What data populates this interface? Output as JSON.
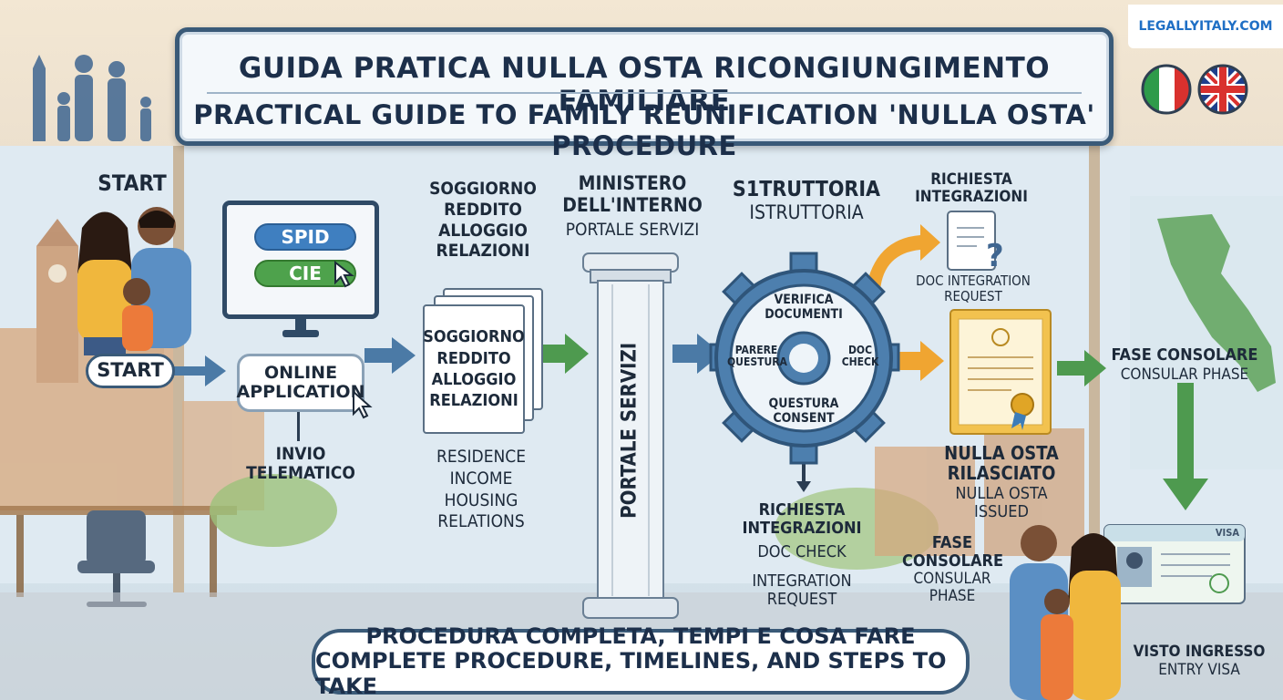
{
  "brand": {
    "site": "LEGALLYITALY.COM"
  },
  "title": {
    "it": "GUIDA PRATICA NULLA OSTA RICONGIUNGIMENTO FAMILIARE",
    "en": "PRACTICAL GUIDE TO FAMILY REUNIFICATION 'NULLA OSTA' PROCEDURE"
  },
  "flags": [
    {
      "name": "italy-flag-icon",
      "colors": [
        "#2e9b4a",
        "#ffffff",
        "#d9312e"
      ]
    },
    {
      "name": "uk-flag-icon",
      "colors": [
        "#1f3f8c",
        "#ffffff",
        "#d9312e"
      ]
    }
  ],
  "steps": {
    "start": {
      "top_label": "START",
      "pill_label": "START"
    },
    "online": {
      "spid": "SPID",
      "cie": "CIE",
      "pill_line1": "ONLINE",
      "pill_line2": "APPLICATION",
      "caption_line1": "INVIO",
      "caption_line2": "TELEMATICO"
    },
    "documents": {
      "top_lines": [
        "SOGGIORNO",
        "REDDITO",
        "ALLOGGIO",
        "RELAZIONI"
      ],
      "doc_lines": [
        "SOGGIORNO",
        "REDDITO",
        "ALLOGGIO",
        "RELAZIONI"
      ],
      "en_lines": [
        "RESIDENCE",
        "INCOME",
        "HOUSING",
        "RELATIONS"
      ]
    },
    "ministry": {
      "title_line1": "MINISTERO",
      "title_line2": "DELL'INTERNO",
      "subtitle": "PORTALE SERVIZI",
      "column_label": "PORTALE SERVIZI"
    },
    "istruttoria": {
      "title": "S1TRUTTORIA",
      "subtitle": "ISTRUTTORIA",
      "gear_items": [
        {
          "line1": "VERIFICA",
          "line2": "DOCUMENTI"
        },
        {
          "line1": "PARERE",
          "line2": "QUESTURA"
        },
        {
          "line1": "DOC",
          "line2": "CHECK"
        },
        {
          "line1": "QUESTURA",
          "line2": "CONSENT"
        }
      ]
    },
    "integration_top": {
      "title_line1": "RICHIESTA",
      "title_line2": "INTEGRAZIONI",
      "en_line1": "DOC INTEGRATION",
      "en_line2": "REQUEST"
    },
    "integration_bottom": {
      "title_line1": "RICHIESTA",
      "title_line2": "INTEGRAZIONI",
      "sub": "DOC CHECK",
      "en_line1": "INTEGRATION",
      "en_line2": "REQUEST"
    },
    "nulla_osta": {
      "title_line1": "NULLA OSTA",
      "title_line2": "RILASCIATO",
      "en_line1": "NULLA OSTA",
      "en_line2": "ISSUED"
    },
    "consular_right": {
      "title": "FASE CONSOLARE",
      "en": "CONSULAR PHASE"
    },
    "consular_bottom": {
      "title_line1": "FASE",
      "title_line2": "CONSOLARE",
      "en_line1": "CONSULAR",
      "en_line2": "PHASE"
    },
    "visa": {
      "card_label": "VISA",
      "title": "VISTO INGRESSO",
      "en": "ENTRY VISA"
    }
  },
  "footer": {
    "line1": "PROCEDURA COMPLETA, TEMPI E COSA FARE",
    "line2": "COMPLETE PROCEDURE, TIMELINES, AND STEPS TO TAKE"
  },
  "colors": {
    "navy": "#3a5a78",
    "arrow_blue": "#4b7aa6",
    "arrow_green": "#4e9a4f",
    "arrow_orange": "#f0a531",
    "gear": "#4d7fae",
    "certificate": "#f2c24f"
  }
}
